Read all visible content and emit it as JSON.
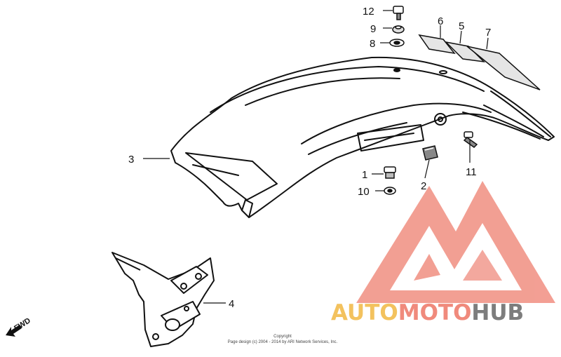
{
  "callouts": {
    "c12": "12",
    "c9": "9",
    "c8": "8",
    "c6": "6",
    "c5": "5",
    "c7": "7",
    "c3": "3",
    "c1": "1",
    "c10": "10",
    "c2": "2",
    "c11": "11",
    "c4": "4"
  },
  "fwd_label": "FWD",
  "copyright": {
    "line1": "Copyright",
    "line2": "Page design (c) 2004 - 2014 by ARI Network Services, Inc."
  },
  "watermark": {
    "part1": "AUTO",
    "part2": "MOTO",
    "part3": "HUB",
    "colors": {
      "part1": "#f3c25e",
      "part2": "#f08a7c",
      "part3": "#7d7d7d",
      "logo": "#f08a7c"
    }
  }
}
